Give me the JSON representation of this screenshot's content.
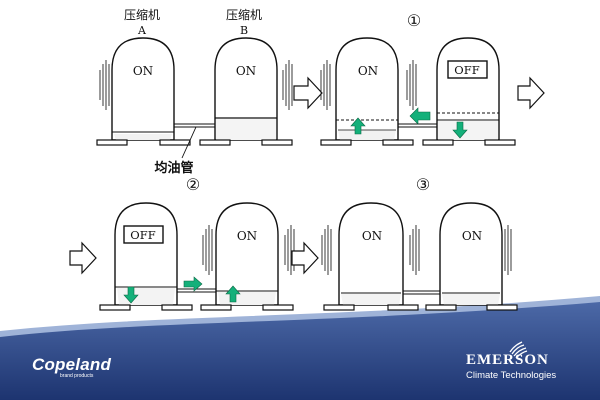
{
  "labels": {
    "compressor_a_cn": "压缩机",
    "compressor_a": "A",
    "compressor_b_cn": "压缩机",
    "compressor_b": "B",
    "equalizer_pipe": "均油管",
    "step_1": "①",
    "step_2": "②",
    "step_3": "③"
  },
  "status": {
    "p0_a": "ON",
    "p0_b": "ON",
    "p1_a": "ON",
    "p1_b": "OFF",
    "p2_a": "OFF",
    "p2_b": "ON",
    "p3_a": "ON",
    "p3_b": "ON"
  },
  "branding": {
    "left_name": "Copeland",
    "left_sub": "brand products",
    "right_name": "EMERSON",
    "right_sub": "Climate Technologies"
  },
  "colors": {
    "footer_blue": "#223f82",
    "flow_arrow": "#14b07a",
    "line": "#111111"
  }
}
